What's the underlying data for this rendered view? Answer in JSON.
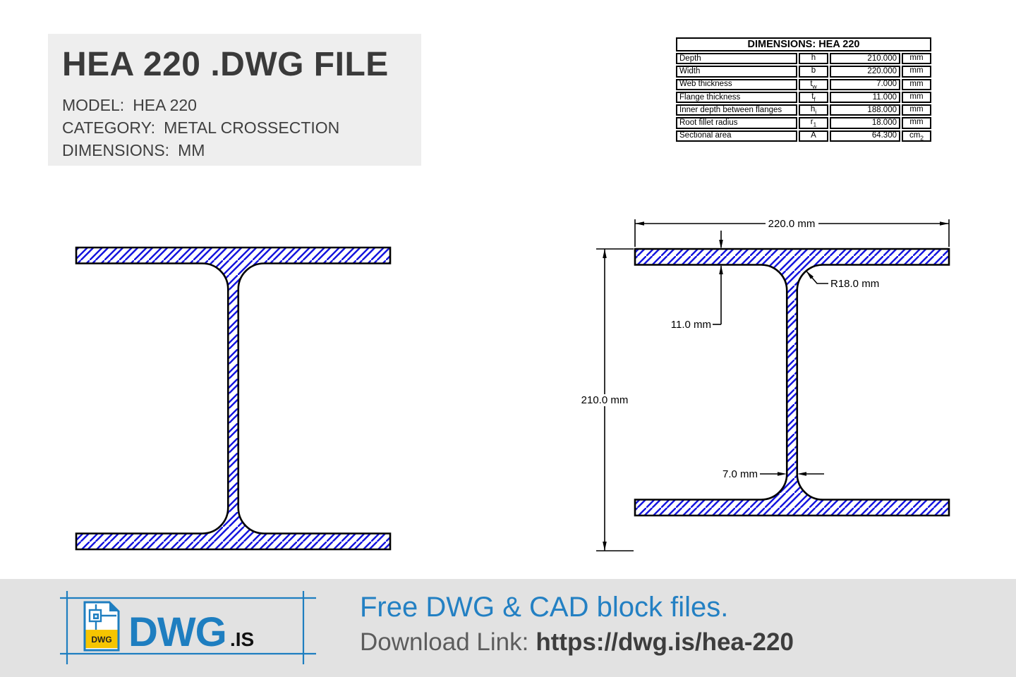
{
  "info_card": {
    "title": "HEA 220 .DWG FILE",
    "model_label": "MODEL:",
    "model_value": "HEA 220",
    "category_label": "CATEGORY:",
    "category_value": "METAL CROSSECTION",
    "dimensions_label": "DIMENSIONS:",
    "dimensions_value": "MM"
  },
  "spec_table": {
    "title": "DIMENSIONS: HEA 220",
    "rows": [
      {
        "name": "Depth",
        "symbol": "h",
        "symbol_sub": "",
        "value": "210.000",
        "unit": "mm",
        "unit_sub": ""
      },
      {
        "name": "Width",
        "symbol": "b",
        "symbol_sub": "",
        "value": "220.000",
        "unit": "mm",
        "unit_sub": ""
      },
      {
        "name": "Web thickness",
        "symbol": "t",
        "symbol_sub": "w",
        "value": "7.000",
        "unit": "mm",
        "unit_sub": ""
      },
      {
        "name": "Flange thickness",
        "symbol": "t",
        "symbol_sub": "f",
        "value": "11.000",
        "unit": "mm",
        "unit_sub": ""
      },
      {
        "name": "Inner depth between flanges",
        "symbol": "h",
        "symbol_sub": "i",
        "value": "188.000",
        "unit": "mm",
        "unit_sub": ""
      },
      {
        "name": "Root fillet radius",
        "symbol": "r",
        "symbol_sub": "1",
        "value": "18.000",
        "unit": "mm",
        "unit_sub": ""
      },
      {
        "name": "Sectional area",
        "symbol": "A",
        "symbol_sub": "",
        "value": "64.300",
        "unit": "cm",
        "unit_sub": "2"
      }
    ]
  },
  "drawing": {
    "dim_width": "220.0 mm",
    "dim_depth": "210.0 mm",
    "dim_flange": "11.0 mm",
    "dim_radius": "R18.0 mm",
    "dim_web": "7.0 mm",
    "hatch_color": "#1212dd",
    "outline_color": "#000000"
  },
  "footer": {
    "badge": "DWG",
    "logo_text": "DWG",
    "logo_suffix": ".IS",
    "headline": "Free DWG & CAD block files.",
    "link_label": "Download Link:",
    "link_url": "https://dwg.is/hea-220",
    "accent_color": "#1e7ec0"
  }
}
